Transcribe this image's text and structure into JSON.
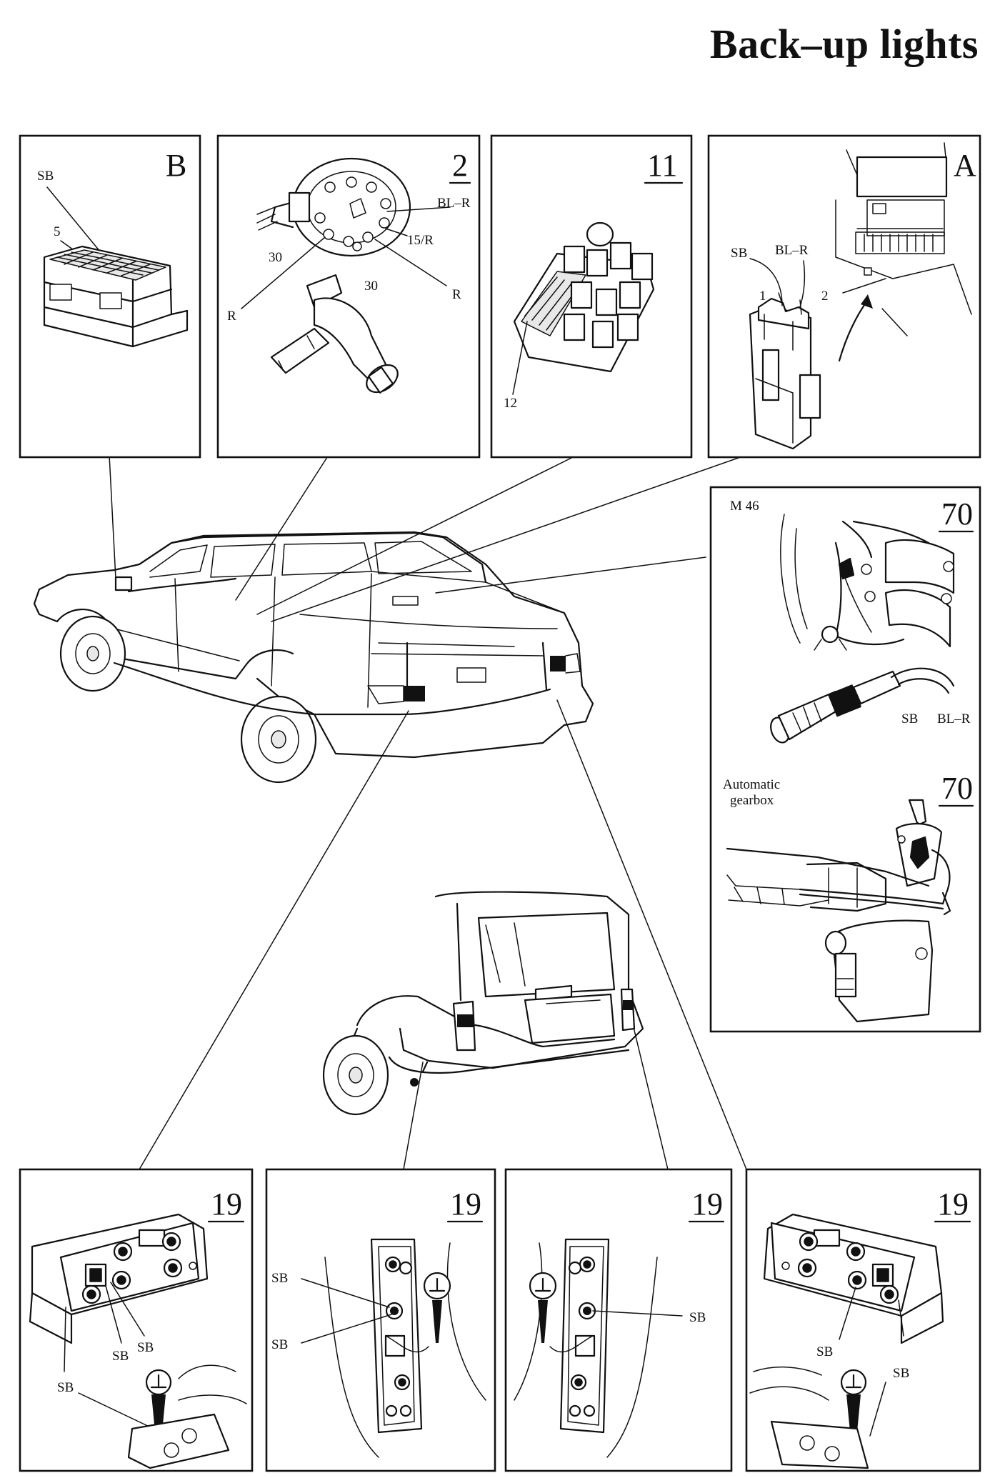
{
  "title": "Back–up lights",
  "panels": {
    "b": {
      "id": "B",
      "labels": [
        "SB",
        "5"
      ]
    },
    "p2": {
      "id": "2",
      "labels": [
        "BL–R",
        "15/R",
        "30",
        "30",
        "R",
        "R"
      ]
    },
    "p11": {
      "id": "11",
      "labels": [
        "12"
      ]
    },
    "a": {
      "id": "A",
      "labels": [
        "SB",
        "BL–R",
        "1",
        "2"
      ]
    },
    "m46": {
      "id": "70",
      "caption": "M 46",
      "labels": [
        "SB",
        "BL–R"
      ]
    },
    "auto": {
      "id": "70",
      "caption_line1": "Automatic",
      "caption_line2": "gearbox"
    },
    "r1": {
      "id": "19",
      "labels": [
        "SB",
        "SB",
        "SB"
      ]
    },
    "r2": {
      "id": "19",
      "labels": [
        "SB",
        "SB"
      ]
    },
    "r3": {
      "id": "19",
      "labels": [
        "SB"
      ]
    },
    "r4": {
      "id": "19",
      "labels": [
        "SB",
        "SB"
      ]
    }
  }
}
